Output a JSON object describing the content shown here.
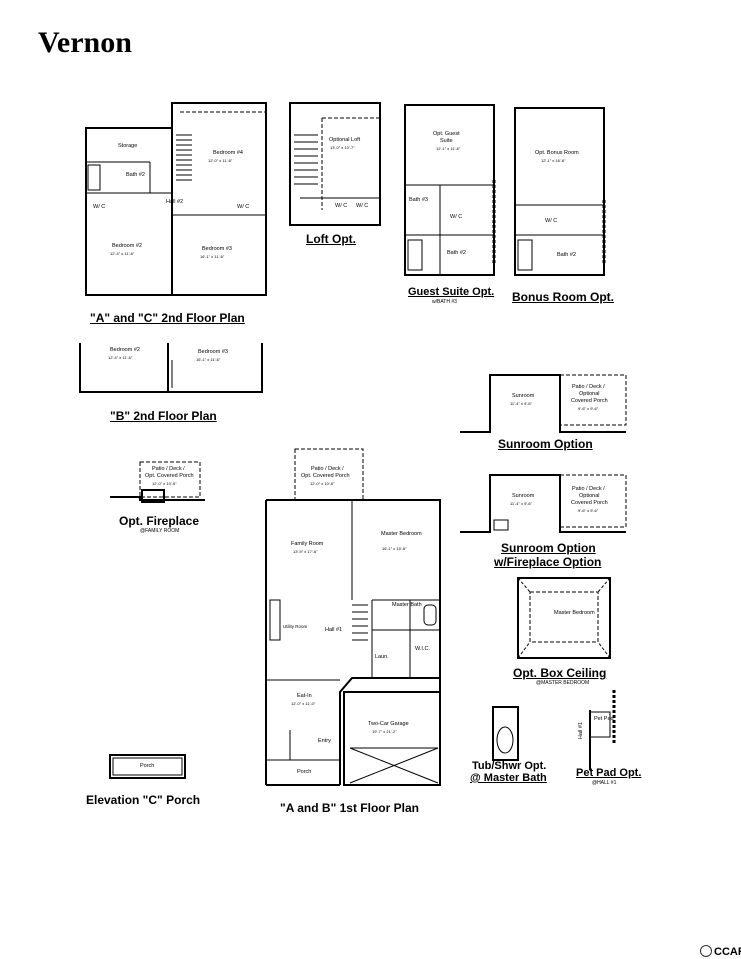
{
  "title": "Vernon",
  "captions": {
    "second_floor_ac": "\"A\" and \"C\" 2nd Floor Plan",
    "loft": "Loft Opt.",
    "guest_suite": "Guest Suite Opt.",
    "guest_suite_note": "w/BATH #3",
    "bonus_room": "Bonus Room Opt.",
    "second_floor_b": "\"B\" 2nd Floor Plan",
    "sunroom": "Sunroom Option",
    "sunroom_fireplace_1": "Sunroom Option",
    "sunroom_fireplace_2": "w/Fireplace Option",
    "fireplace": "Opt. Fireplace",
    "fireplace_note": "@FAMILY ROOM",
    "box_ceiling": "Opt. Box Ceiling",
    "box_ceiling_note": "@MASTER BEDROOM",
    "tub_shower_1": "Tub/Shwr Opt.",
    "tub_shower_2": "@ Master Bath",
    "pet_pad": "Pet Pad Opt.",
    "pet_pad_note": "@HALL #1",
    "first_floor": "\"A and B\" 1st Floor Plan",
    "porch_c": "Elevation \"C\" Porch"
  },
  "rooms": {
    "storage": "Storage",
    "bedroom4": "Bedroom #4",
    "bedroom4_dim": "12'-0\" x 11'-6\"",
    "bath2": "Bath #2",
    "hall2": "Hall #2",
    "wic": "W/ C",
    "bedroom2": "Bedroom #2",
    "bedroom2_dim": "12'-4\" x 11'-6\"",
    "bedroom3": "Bedroom #3",
    "bedroom3_dim": "16'-1\" x 11'-6\"",
    "optional_loft": "Optional Loft",
    "optional_loft_dim": "13'-0\" x 10'-7\"",
    "opt_guest": "Opt. Guest",
    "suite": "Suite",
    "guest_dim": "12'-1\" x 11'-6\"",
    "bath3": "Bath #3",
    "opt_bonus": "Opt. Bonus Room",
    "bonus_dim": "12'-1\" x 16'-6\"",
    "sunroom": "Sunroom",
    "sunroom_dim": "11'-4\" x 9'-6\"",
    "patio1": "Patio / Deck /",
    "patio2": "Optional",
    "patio3": "Covered Porch",
    "patio_dim": "9'-6\" x 9'-6\"",
    "patio_opt": "Opt. Covered Porch",
    "patio_opt_dim": "12'-0\" x 10'-6\"",
    "family_room": "Family Room",
    "family_dim": "13'-9\" x 17'-6\"",
    "master_bedroom": "Master Bedroom",
    "master_dim": "16'-1\" x 15'-6\"",
    "master_bath": "Master Bath",
    "hall1": "Hall #1",
    "laun": "Laun.",
    "wic_cap": "W.I.C.",
    "utility": "Utility Room",
    "eat_in": "Eat-In",
    "eat_in_dim": "12'-0\" x 11'-0\"",
    "two_car": "Two-Car Garage",
    "garage_dim": "19'-7\" x 21'-2\"",
    "entry": "Entry",
    "porch": "Porch",
    "pet_pad": "Pet Pad",
    "hall1_v": "Hall #1"
  },
  "copyright": "CCAR"
}
